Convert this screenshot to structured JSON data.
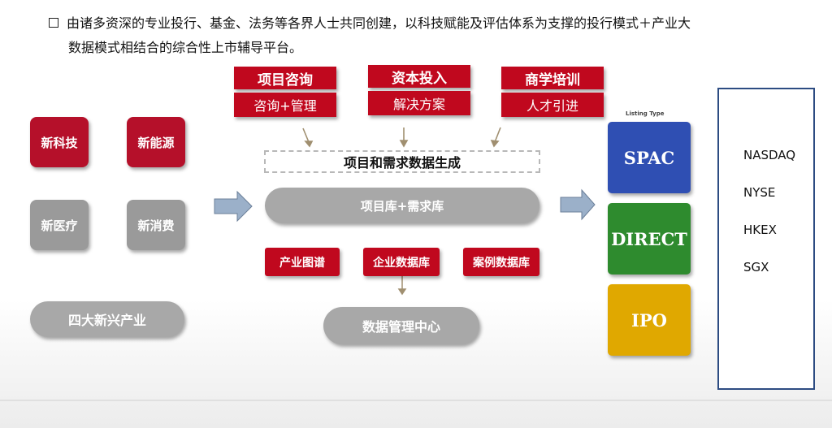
{
  "intro": {
    "line1": "由诸多资深的专业投行、基金、法务等各界人士共同创建，以科技赋能及评估体系为支撑的投行模式＋产业大",
    "line2": "数据模式相结合的综合性上市辅导平台。"
  },
  "services": [
    {
      "title": "项目咨询",
      "subtitle": "咨询+管理"
    },
    {
      "title": "资本投入",
      "subtitle": "解决方案"
    },
    {
      "title": "商学培训",
      "subtitle": "人才引进"
    }
  ],
  "industries": [
    "新科技",
    "新能源",
    "新医疗",
    "新消费"
  ],
  "industries_label": "四大新兴产业",
  "generation_label": "项目和需求数据生成",
  "repository_label": "项目库+需求库",
  "databases": [
    "产业图谱",
    "企业数据库",
    "案例数据库"
  ],
  "management_center": "数据管理中心",
  "listing_type_label": "Listing Type",
  "listing_types": [
    {
      "label": "SPAC",
      "color": "#2f4fb3"
    },
    {
      "label": "DIRECT",
      "color": "#2e8b2e"
    },
    {
      "label": "IPO",
      "color": "#e0a800"
    }
  ],
  "exchanges": [
    "NASDAQ",
    "NYSE",
    "HKEX",
    "SGX"
  ],
  "colors": {
    "accent_red": "#c0081e",
    "gray": "#a8a8a8",
    "panel_border": "#2d4c82"
  }
}
